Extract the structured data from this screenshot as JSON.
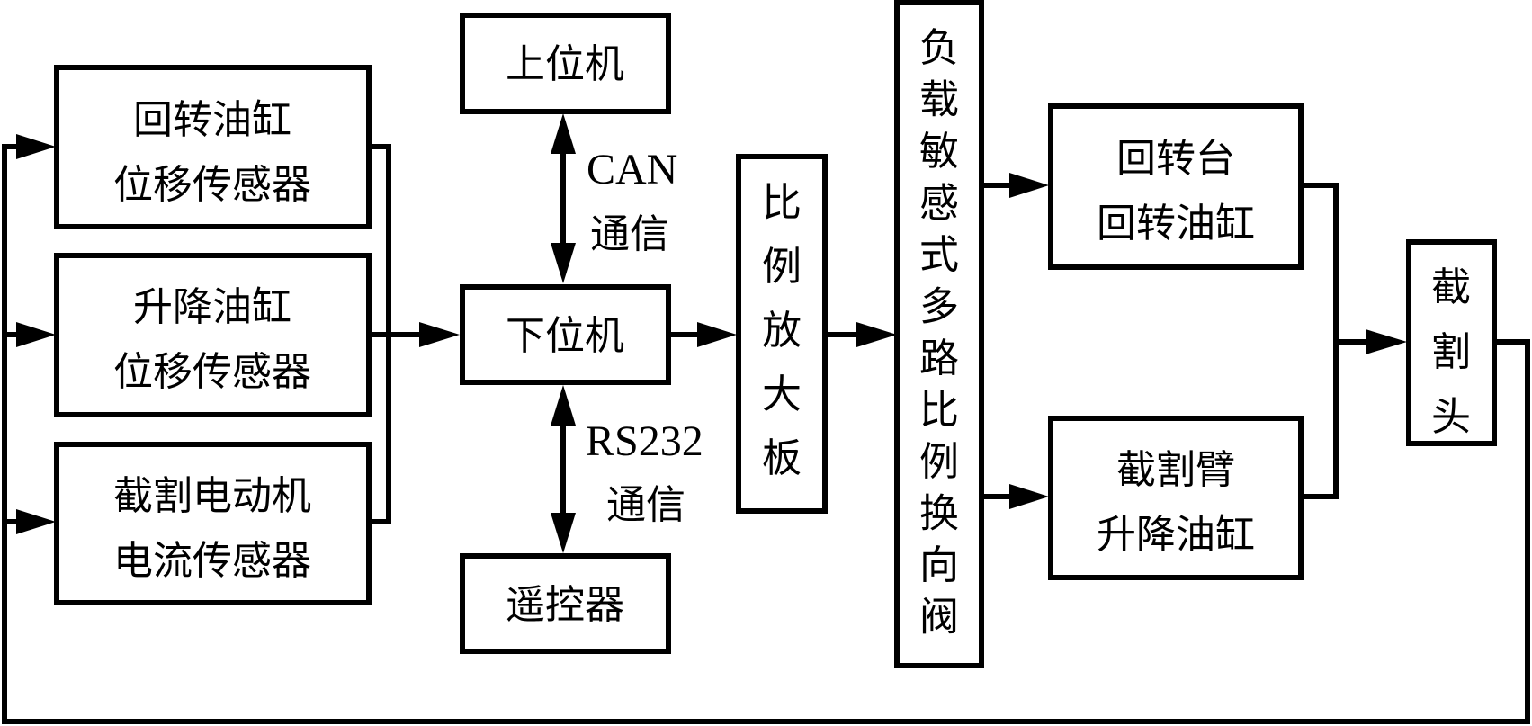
{
  "diagram": {
    "title": "",
    "colors": {
      "line": "#000000",
      "background": "#ffffff"
    },
    "nodes": {
      "slew_cyl_sensor": {
        "lines": [
          "回转油缸",
          "位移传感器"
        ]
      },
      "lift_cyl_sensor": {
        "lines": [
          "升降油缸",
          "位移传感器"
        ]
      },
      "motor_current_sensor": {
        "lines": [
          "截割电动机",
          "电流传感器"
        ]
      },
      "upper_computer": {
        "lines": [
          "上位机"
        ]
      },
      "lower_computer": {
        "lines": [
          "下位机"
        ]
      },
      "remote_control": {
        "lines": [
          "遥控器"
        ]
      },
      "proportional_amp": {
        "chars": [
          "比",
          "例",
          "放",
          "大",
          "板"
        ]
      },
      "valve": {
        "chars": [
          "负",
          "载",
          "敏",
          "感",
          "式",
          "多",
          "路",
          "比",
          "例",
          "换",
          "向",
          "阀"
        ]
      },
      "slew_table_cyl": {
        "lines": [
          "回转台",
          "回转油缸"
        ]
      },
      "boom_lift_cyl": {
        "lines": [
          "截割臂",
          "升降油缸"
        ]
      },
      "cutting_head": {
        "chars": [
          "截",
          "割",
          "头"
        ]
      }
    },
    "link_labels": {
      "can": {
        "lines": [
          "CAN",
          "通信"
        ]
      },
      "rs232": {
        "lines": [
          "RS232",
          "通信"
        ]
      }
    },
    "edges": [
      {
        "from": "slew_cyl_sensor",
        "to": "lower_computer",
        "type": "arrow"
      },
      {
        "from": "lift_cyl_sensor",
        "to": "lower_computer",
        "type": "arrow"
      },
      {
        "from": "motor_current_sensor",
        "to": "lower_computer",
        "type": "arrow"
      },
      {
        "from": "upper_computer",
        "to": "lower_computer",
        "type": "bidirectional",
        "label": "can"
      },
      {
        "from": "lower_computer",
        "to": "remote_control",
        "type": "bidirectional",
        "label": "rs232"
      },
      {
        "from": "lower_computer",
        "to": "proportional_amp",
        "type": "arrow"
      },
      {
        "from": "proportional_amp",
        "to": "valve",
        "type": "arrow"
      },
      {
        "from": "valve",
        "to": "slew_table_cyl",
        "type": "arrow"
      },
      {
        "from": "valve",
        "to": "boom_lift_cyl",
        "type": "arrow"
      },
      {
        "from": "slew_table_cyl",
        "to": "cutting_head",
        "type": "arrow"
      },
      {
        "from": "boom_lift_cyl",
        "to": "cutting_head",
        "type": "arrow"
      },
      {
        "from": "cutting_head",
        "to": "slew_cyl_sensor",
        "type": "feedback"
      },
      {
        "from": "cutting_head",
        "to": "lift_cyl_sensor",
        "type": "feedback"
      },
      {
        "from": "cutting_head",
        "to": "motor_current_sensor",
        "type": "feedback"
      }
    ]
  }
}
